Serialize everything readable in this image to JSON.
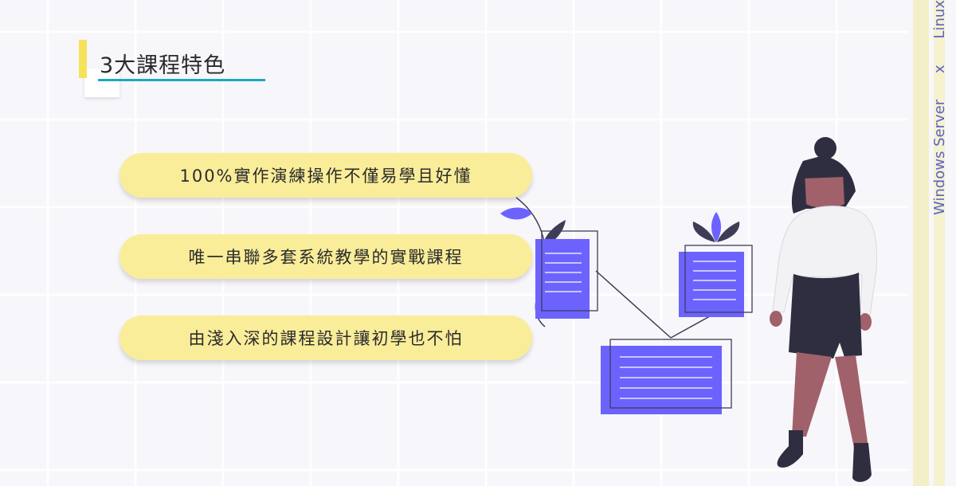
{
  "slide": {
    "title": "3大課程特色",
    "features": [
      "100%實作演練操作不僅易學且好懂",
      "唯一串聯多套系統教學的實戰課程",
      "由淺入深的課程設計讓初學也不怕"
    ],
    "side_label": {
      "left": "Windows Server",
      "mid": "x",
      "right": "Linux"
    }
  },
  "colors": {
    "accent_yellow": "#f5e25a",
    "pill_fill": "#faed9a",
    "underline": "#1ba9bf",
    "doc_purple": "#6c63ff",
    "label_blue": "#5a63c8"
  },
  "icons": [
    "plant-icon",
    "document-icon",
    "woman-figure-icon"
  ]
}
